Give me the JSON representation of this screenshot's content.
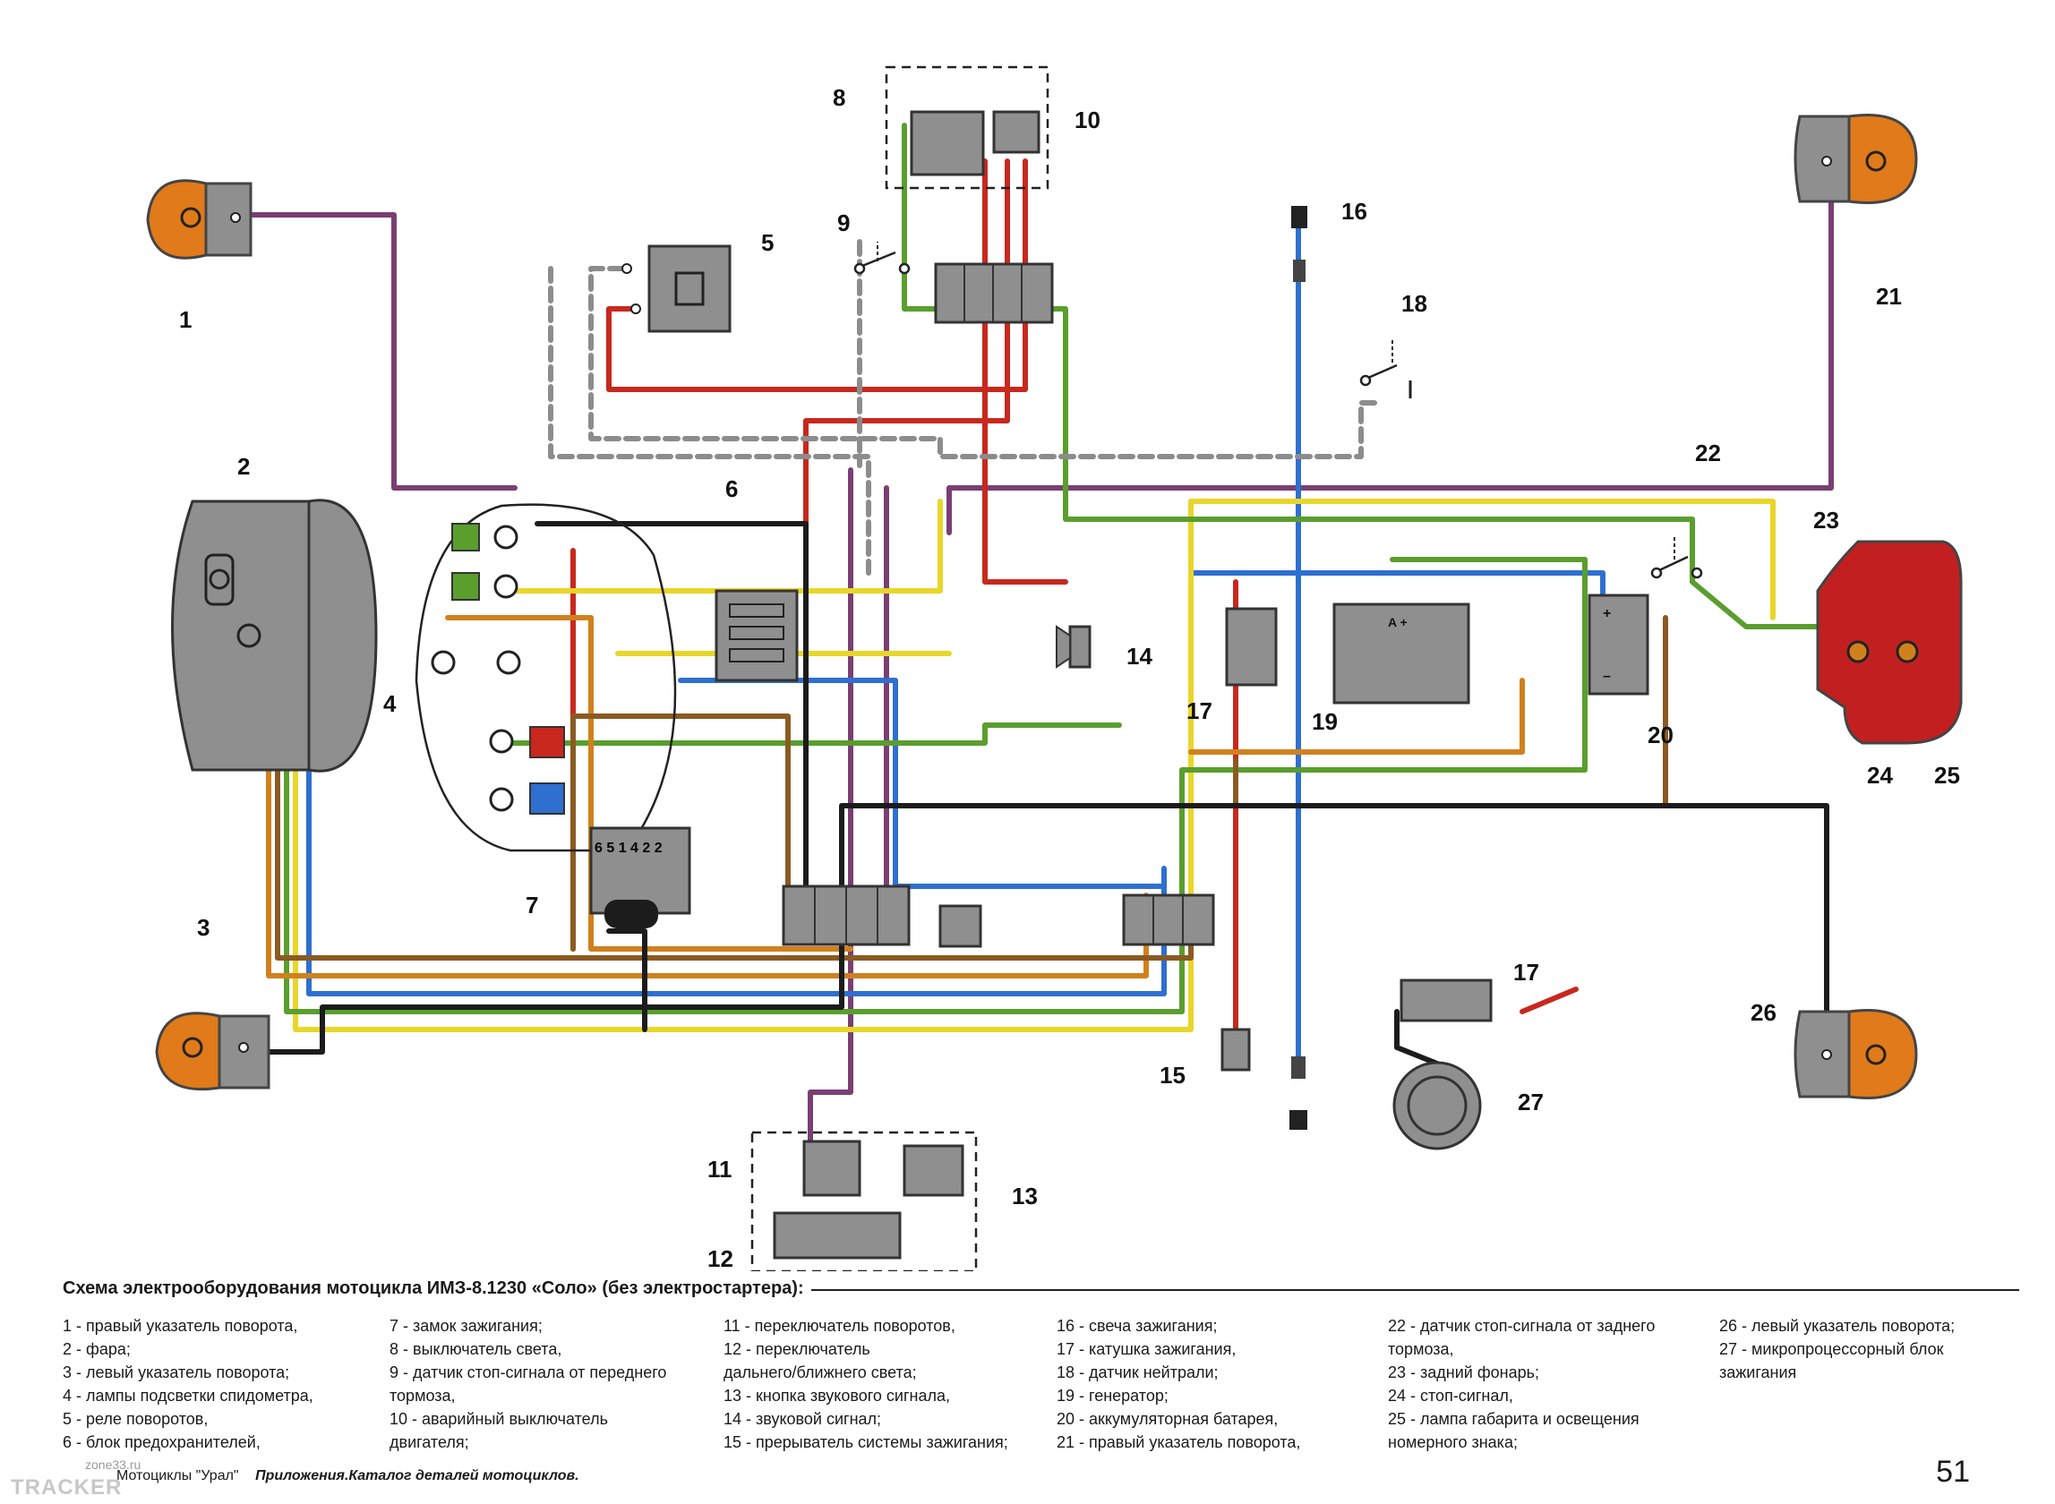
{
  "colors": {
    "purple": "#7a3f72",
    "red": "#c8281e",
    "blue": "#2f6fd0",
    "yellow": "#e8d62a",
    "green": "#5a9e2e",
    "orange": "#d0811e",
    "brown": "#8a5a22",
    "black": "#1c1c1c",
    "gray": "#8c8c8c",
    "box": "#8f8f8f",
    "indicator": "#e07a1a",
    "taillight": "#c22020"
  },
  "labels": {
    "n1": "1",
    "n2": "2",
    "n3": "3",
    "n4": "4",
    "n5": "5",
    "n6": "6",
    "n7": "7",
    "n8": "8",
    "n9": "9",
    "n10": "10",
    "n11": "11",
    "n12": "12",
    "n13": "13",
    "n14": "14",
    "n15": "15",
    "n16": "16",
    "n17": "17",
    "n17b": "17",
    "n18": "18",
    "n19": "19",
    "n20": "20",
    "n21": "21",
    "n22": "22",
    "n23": "23",
    "n24": "24",
    "n25": "25",
    "n26": "26",
    "n27": "27",
    "pins": "6 5 1 4 2 2"
  },
  "caption": {
    "title": "Схема электрооборудования мотоцикла ИМЗ-8.1230 «Соло» (без электростартера):",
    "legend": [
      [
        "1 - правый указатель поворота,",
        "2 - фара;",
        "3 - левый указатель поворота;",
        "4 - лампы подсветки спидометра,",
        "5 - реле поворотов,",
        "6 - блок предохранителей,"
      ],
      [
        "7 - замок зажигания;",
        "8 - выключатель света,",
        "9 - датчик стоп-сигнала от переднего",
        "тормоза,",
        "10 - аварийный выключатель",
        "двигателя;"
      ],
      [
        "11 - переключатель поворотов,",
        "12 - переключатель",
        "дальнего/ближнего света;",
        "13 - кнопка звукового сигнала,",
        "14 - звуковой сигнал;",
        "15 - прерыватель системы зажигания;"
      ],
      [
        "16 - свеча зажигания;",
        "17 - катушка зажигания,",
        "18 - датчик нейтрали;",
        "19 - генератор;",
        "20 - аккумуляторная батарея,",
        "21 - правый указатель поворота,"
      ],
      [
        "22 - датчик стоп-сигнала от заднего",
        "тормоза,",
        "23 - задний фонарь;",
        "24 - стоп-сигнал,",
        "25 - лампа габарита и освещения",
        "номерного знака;"
      ],
      [
        "26 - левый указатель поворота;",
        "27 - микропроцессорный блок",
        "зажигания"
      ]
    ]
  },
  "footer": {
    "left": "Мотоциклы \"Урал\"",
    "right": "Приложения.Каталог деталей мотоциклов.",
    "page": "51",
    "watermark_site": "zone33.ru",
    "watermark_tracker": "TRACKER"
  }
}
